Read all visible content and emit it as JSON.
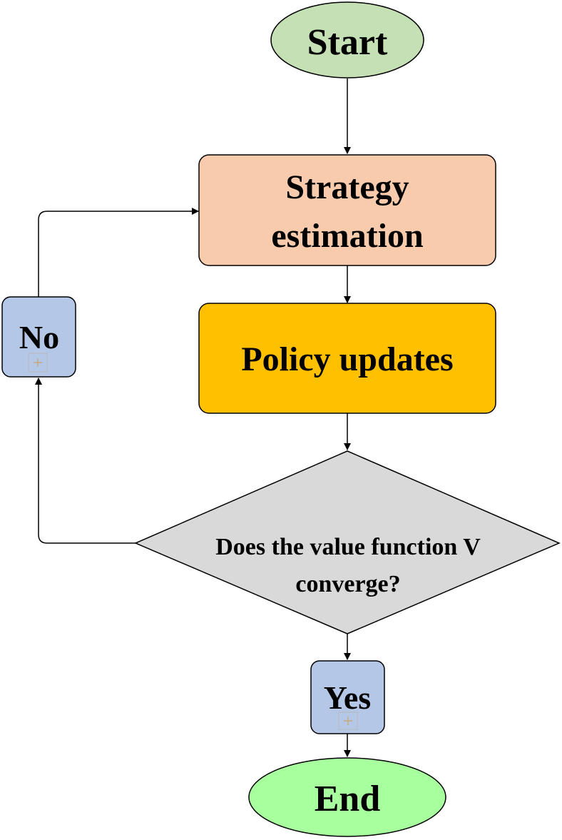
{
  "nodes": {
    "start": {
      "label": "Start",
      "fill": "#c5e0b4"
    },
    "strategy": {
      "line1": "Strategy",
      "line2": "estimation",
      "fill": "#f8cbad"
    },
    "policy": {
      "label": "Policy updates",
      "fill": "#ffc000"
    },
    "decision": {
      "line1": "Does the value function V",
      "line2": "converge?",
      "fill": "#d9d9d9"
    },
    "no": {
      "label": "No",
      "fill": "#b4c7e7"
    },
    "yes": {
      "label": "Yes",
      "fill": "#b4c7e7"
    },
    "end": {
      "label": "End",
      "fill": "#a8ff9e"
    }
  },
  "colors": {
    "stroke": "#000000",
    "placeholder_marker": "#c9a36a"
  }
}
